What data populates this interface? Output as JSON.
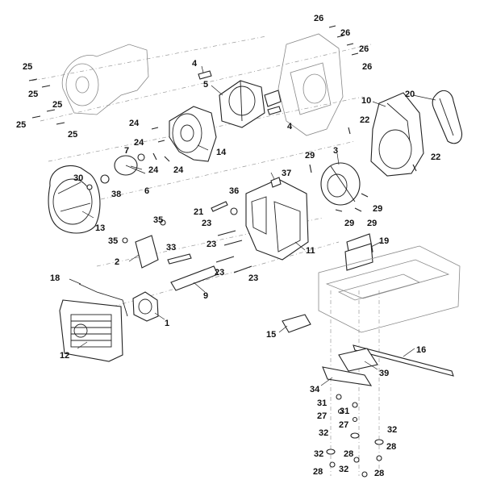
{
  "callouts": {
    "c1": "1",
    "c2": "2",
    "c3": "3",
    "c4a": "4",
    "c4b": "4",
    "c5": "5",
    "c6": "6",
    "c7": "7",
    "c9": "9",
    "c10": "10",
    "c11": "11",
    "c12": "12",
    "c13": "13",
    "c14": "14",
    "c15": "15",
    "c16": "16",
    "c18": "18",
    "c19": "19",
    "c20": "20",
    "c21": "21",
    "c22a": "22",
    "c22b": "22",
    "c23a": "23",
    "c23b": "23",
    "c23c": "23",
    "c23d": "23",
    "c24a": "24",
    "c24b": "24",
    "c24c": "24",
    "c24d": "24",
    "c25a": "25",
    "c25b": "25",
    "c25c": "25",
    "c25d": "25",
    "c25e": "25",
    "c26a": "26",
    "c26b": "26",
    "c26c": "26",
    "c26d": "26",
    "c27a": "27",
    "c27b": "27",
    "c28a": "28",
    "c28b": "28",
    "c28c": "28",
    "c28d": "28",
    "c29a": "29",
    "c29b": "29",
    "c29c": "29",
    "c29d": "29",
    "c30": "30",
    "c31a": "31",
    "c31b": "31",
    "c32a": "32",
    "c32b": "32",
    "c32c": "32",
    "c32d": "32",
    "c33": "33",
    "c34": "34",
    "c35a": "35",
    "c35b": "35",
    "c36": "36",
    "c37": "37",
    "c38": "38",
    "c39": "39"
  }
}
